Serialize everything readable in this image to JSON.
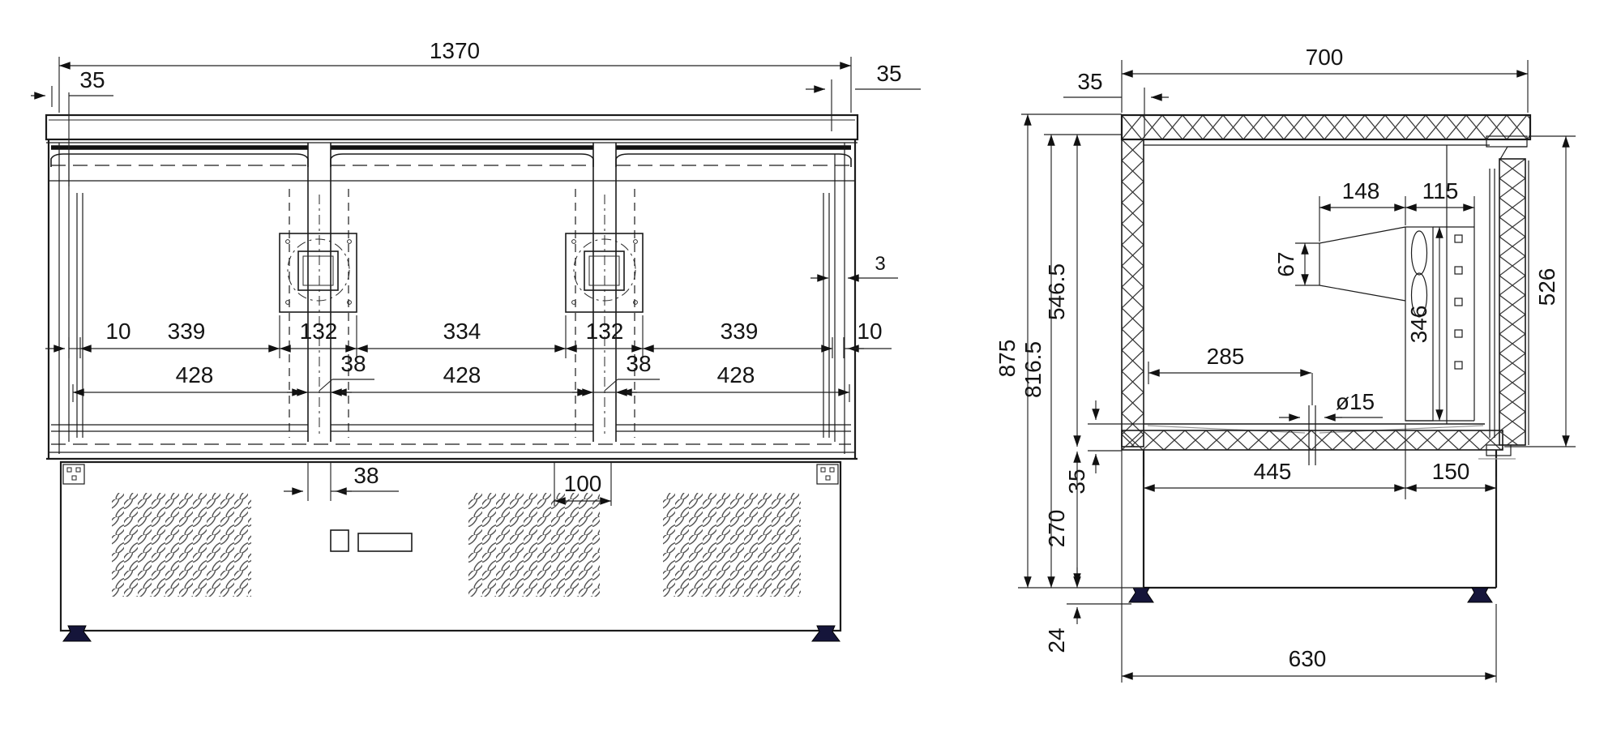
{
  "drawing": {
    "front": {
      "overall_width": "1370",
      "left_inset": "35",
      "right_inset": "35",
      "side_gap": "3",
      "row1": [
        "10",
        "339",
        "132",
        "334",
        "132",
        "339",
        "10"
      ],
      "row2": [
        "428",
        "38",
        "428",
        "38",
        "428"
      ],
      "mullion_width": "38",
      "drain_span": "100"
    },
    "side": {
      "overall_depth": "700",
      "top_inset": "35",
      "evap_width": "148",
      "evap_inset": "115",
      "duct_height": "67",
      "evap_height": "346",
      "door_height": "526",
      "overall_height": "875",
      "body_height": "816.5",
      "interior_height": "546.5",
      "drain_offset": "285",
      "drain_diameter": "ø15",
      "floor_thickness": "35",
      "base_section_height": "270",
      "foot_height": "24",
      "base_depth_front": "445",
      "base_depth_rear": "150",
      "base_width": "630"
    }
  }
}
